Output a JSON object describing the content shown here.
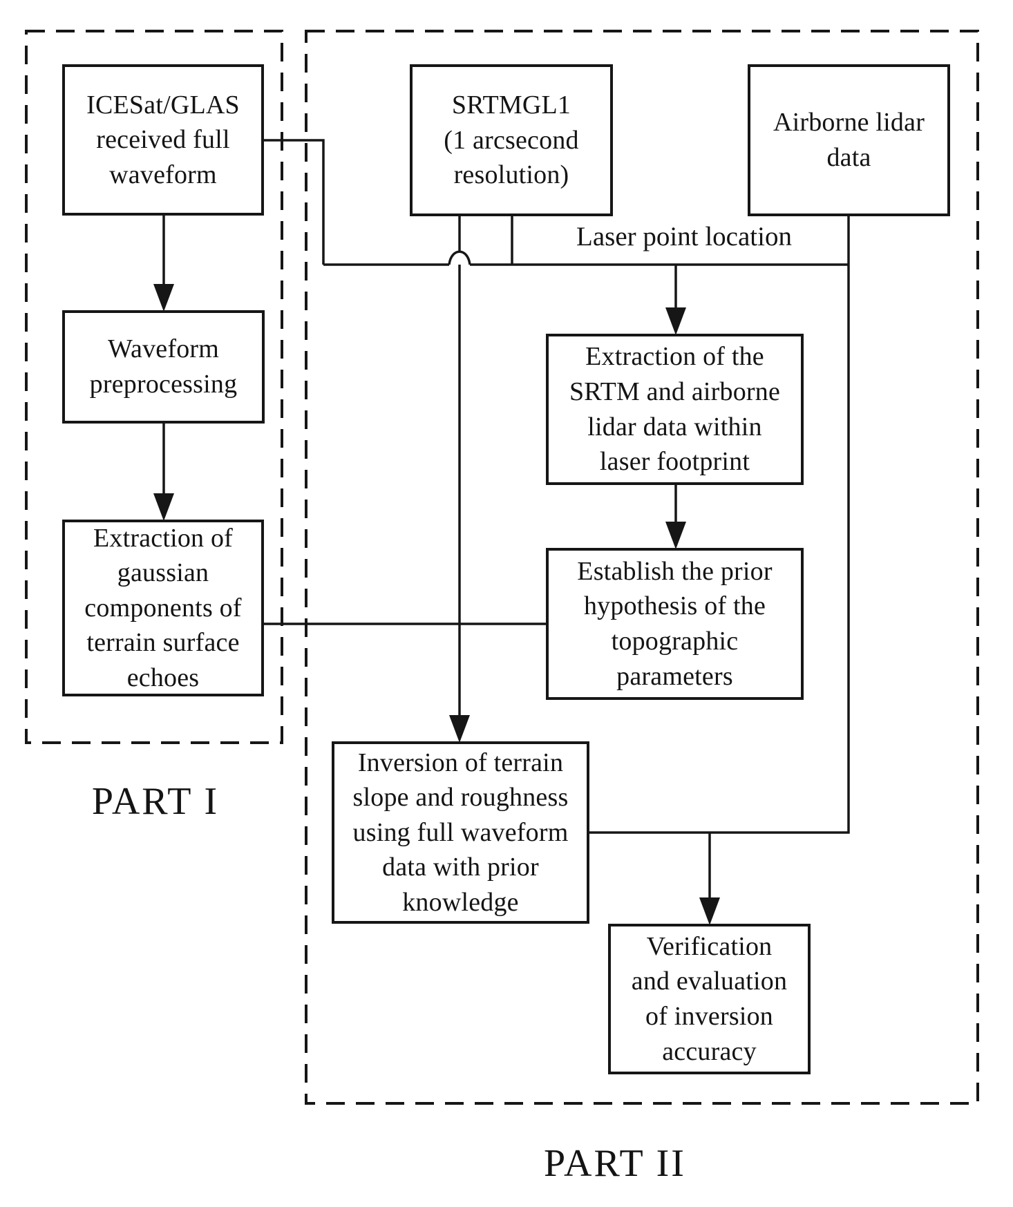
{
  "figure": {
    "type": "flowchart"
  },
  "parts": {
    "part1": {
      "label": "PART I"
    },
    "part2": {
      "label": "PART II"
    }
  },
  "nodes": {
    "icesat": "ICESat/GLAS\nreceived full\nwaveform",
    "srtmgl1": "SRTMGL1\n(1 arcsecond\nresolution)",
    "airborne_lidar": "Airborne lidar\ndata",
    "waveform_preprocessing": "Waveform\npreprocessing",
    "gaussian_extraction": "Extraction of\ngaussian\ncomponents of\nterrain surface\nechoes",
    "footprint_extraction": "Extraction of the\nSRTM and airborne\nlidar data within\nlaser footprint",
    "prior_hypothesis": "Establish the prior\nhypothesis of the\ntopographic\nparameters",
    "inversion": "Inversion of terrain\nslope and roughness\nusing full waveform\ndata with prior\nknowledge",
    "verification": "Verification\nand evaluation\nof inversion\naccuracy"
  },
  "edge_labels": {
    "laser_point_location": "Laser point location"
  },
  "colors": {
    "line": "#161616",
    "text": "#141414",
    "background": "#ffffff"
  }
}
